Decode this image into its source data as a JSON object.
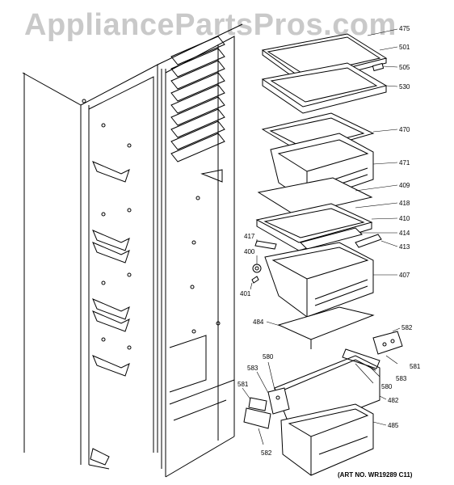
{
  "watermark": "AppliancePartsPros.com",
  "art_number": "(ART NO. WR19289 C11)",
  "part_labels": [
    {
      "id": "lbl-475",
      "text": "475"
    },
    {
      "id": "lbl-501",
      "text": "501"
    },
    {
      "id": "lbl-505",
      "text": "505"
    },
    {
      "id": "lbl-530",
      "text": "530"
    },
    {
      "id": "lbl-470",
      "text": "470"
    },
    {
      "id": "lbl-471",
      "text": "471"
    },
    {
      "id": "lbl-409",
      "text": "409"
    },
    {
      "id": "lbl-418",
      "text": "418"
    },
    {
      "id": "lbl-410",
      "text": "410"
    },
    {
      "id": "lbl-414",
      "text": "414"
    },
    {
      "id": "lbl-413",
      "text": "413"
    },
    {
      "id": "lbl-417",
      "text": "417"
    },
    {
      "id": "lbl-400",
      "text": "400"
    },
    {
      "id": "lbl-401",
      "text": "401"
    },
    {
      "id": "lbl-407",
      "text": "407"
    },
    {
      "id": "lbl-484",
      "text": "484"
    },
    {
      "id": "lbl-582a",
      "text": "582"
    },
    {
      "id": "lbl-581a",
      "text": "581"
    },
    {
      "id": "lbl-583a",
      "text": "583"
    },
    {
      "id": "lbl-580a",
      "text": "580"
    },
    {
      "id": "lbl-482",
      "text": "482"
    },
    {
      "id": "lbl-485",
      "text": "485"
    },
    {
      "id": "lbl-580b",
      "text": "580"
    },
    {
      "id": "lbl-583b",
      "text": "583"
    },
    {
      "id": "lbl-581b",
      "text": "581"
    },
    {
      "id": "lbl-582b",
      "text": "582"
    }
  ]
}
